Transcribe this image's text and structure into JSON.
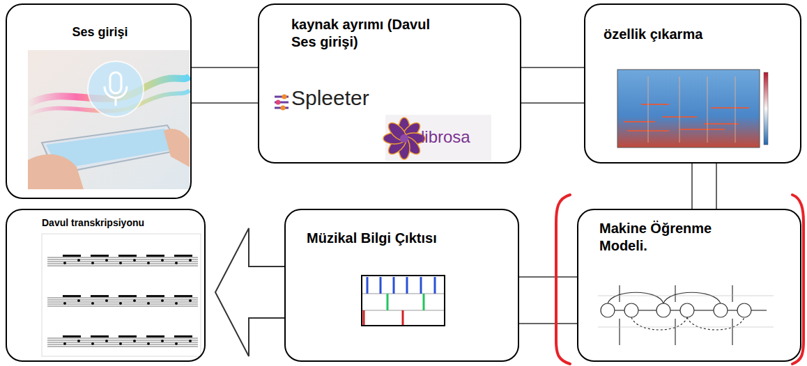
{
  "diagram": {
    "nodes": [
      {
        "text": [
          "Ses girişi"
        ]
      },
      {
        "text": [
          "kaynak ayrımı (Davul Ses girişi)",
          "Spleeter",
          "librosa"
        ]
      },
      {
        "text": [
          "özellik çıkarma"
        ]
      },
      {
        "text": [
          "Davul transkripsiyonu"
        ]
      },
      {
        "text": [
          "Müzikal Bilgi Çıktısı"
        ]
      },
      {
        "text": [
          "Makine Öğrenme Modeli."
        ]
      }
    ],
    "edges": [
      {
        "from": 0,
        "to": 1,
        "arrow": "none"
      },
      {
        "from": 0,
        "to": 1,
        "arrow": "none"
      },
      {
        "from": 1,
        "to": 2,
        "arrow": "none"
      },
      {
        "from": 1,
        "to": 2,
        "arrow": "none"
      },
      {
        "from": 2,
        "to": 5,
        "arrow": "none"
      },
      {
        "from": 2,
        "to": 5,
        "arrow": "none"
      },
      {
        "from": 5,
        "to": 4,
        "arrow": "none"
      },
      {
        "from": 5,
        "to": 4,
        "arrow": "none"
      },
      {
        "from": 4,
        "to": 3,
        "arrow": "to"
      }
    ]
  }
}
